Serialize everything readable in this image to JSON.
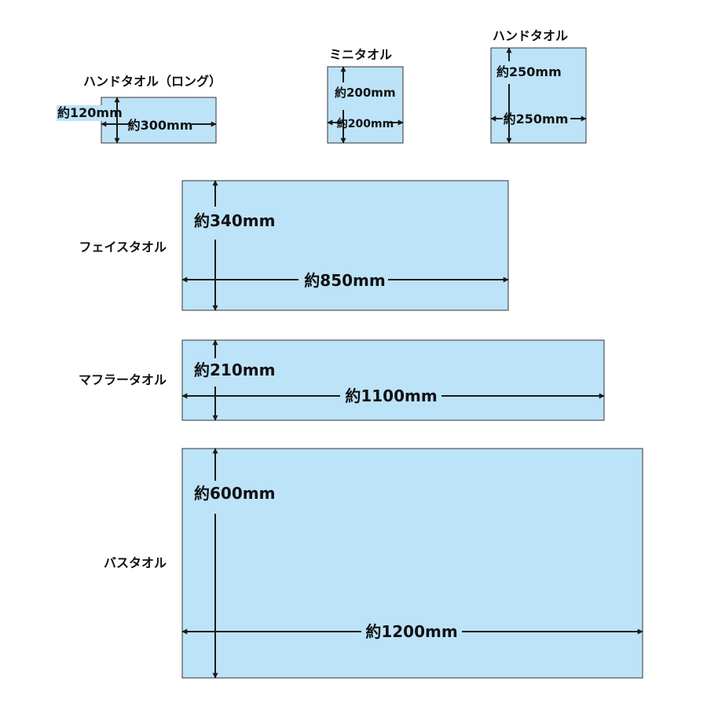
{
  "colors": {
    "towel_fill": "#bde3f8",
    "towel_border": "#333333",
    "line": "#1a1a1a",
    "text": "#111111",
    "background": "#ffffff"
  },
  "towels": [
    {
      "id": "hand-long",
      "name": "ハンドタオル（ロング）",
      "height_label": "約120mm",
      "width_label": "約300mm",
      "height_mm": 120,
      "width_mm": 300
    },
    {
      "id": "mini",
      "name": "ミニタオル",
      "height_label": "約200mm",
      "width_label": "約200mm",
      "height_mm": 200,
      "width_mm": 200
    },
    {
      "id": "hand",
      "name": "ハンドタオル",
      "height_label": "約250mm",
      "width_label": "約250mm",
      "height_mm": 250,
      "width_mm": 250
    },
    {
      "id": "face",
      "name": "フェイスタオル",
      "height_label": "約340mm",
      "width_label": "約850mm",
      "height_mm": 340,
      "width_mm": 850
    },
    {
      "id": "muffler",
      "name": "マフラータオル",
      "height_label": "約210mm",
      "width_label": "約1100mm",
      "height_mm": 210,
      "width_mm": 1100
    },
    {
      "id": "bath",
      "name": "バスタオル",
      "height_label": "約600mm",
      "width_label": "約1200mm",
      "height_mm": 600,
      "width_mm": 1200
    }
  ]
}
